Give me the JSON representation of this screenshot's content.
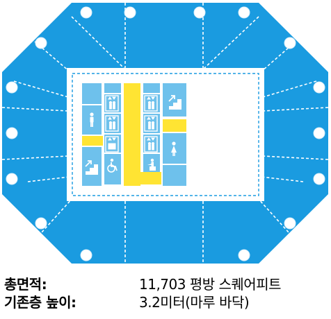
{
  "colors": {
    "floor": "#1a9be0",
    "core_panel": "#6ec1ec",
    "highlight": "#ffe433",
    "outline": "#ffffff",
    "text": "#000000"
  },
  "icons": {
    "left_upper": "restroom-male-icon",
    "left_lower": "stairs-icon",
    "right_upper": "stairs-icon",
    "right_lower": "restroom-female-icon",
    "center_bottom_left": "accessible-restroom-icon",
    "center_bottom_right": "service-elevator-icon",
    "elevator_icon": "elevator-icon",
    "column_icon": "column-icon"
  },
  "stats": {
    "area_label": "총면적:",
    "area_value": "11,703 평방 스퀘어피트",
    "height_label": "기존층 높이:",
    "height_value": "3.2미터(마루 바닥)"
  }
}
